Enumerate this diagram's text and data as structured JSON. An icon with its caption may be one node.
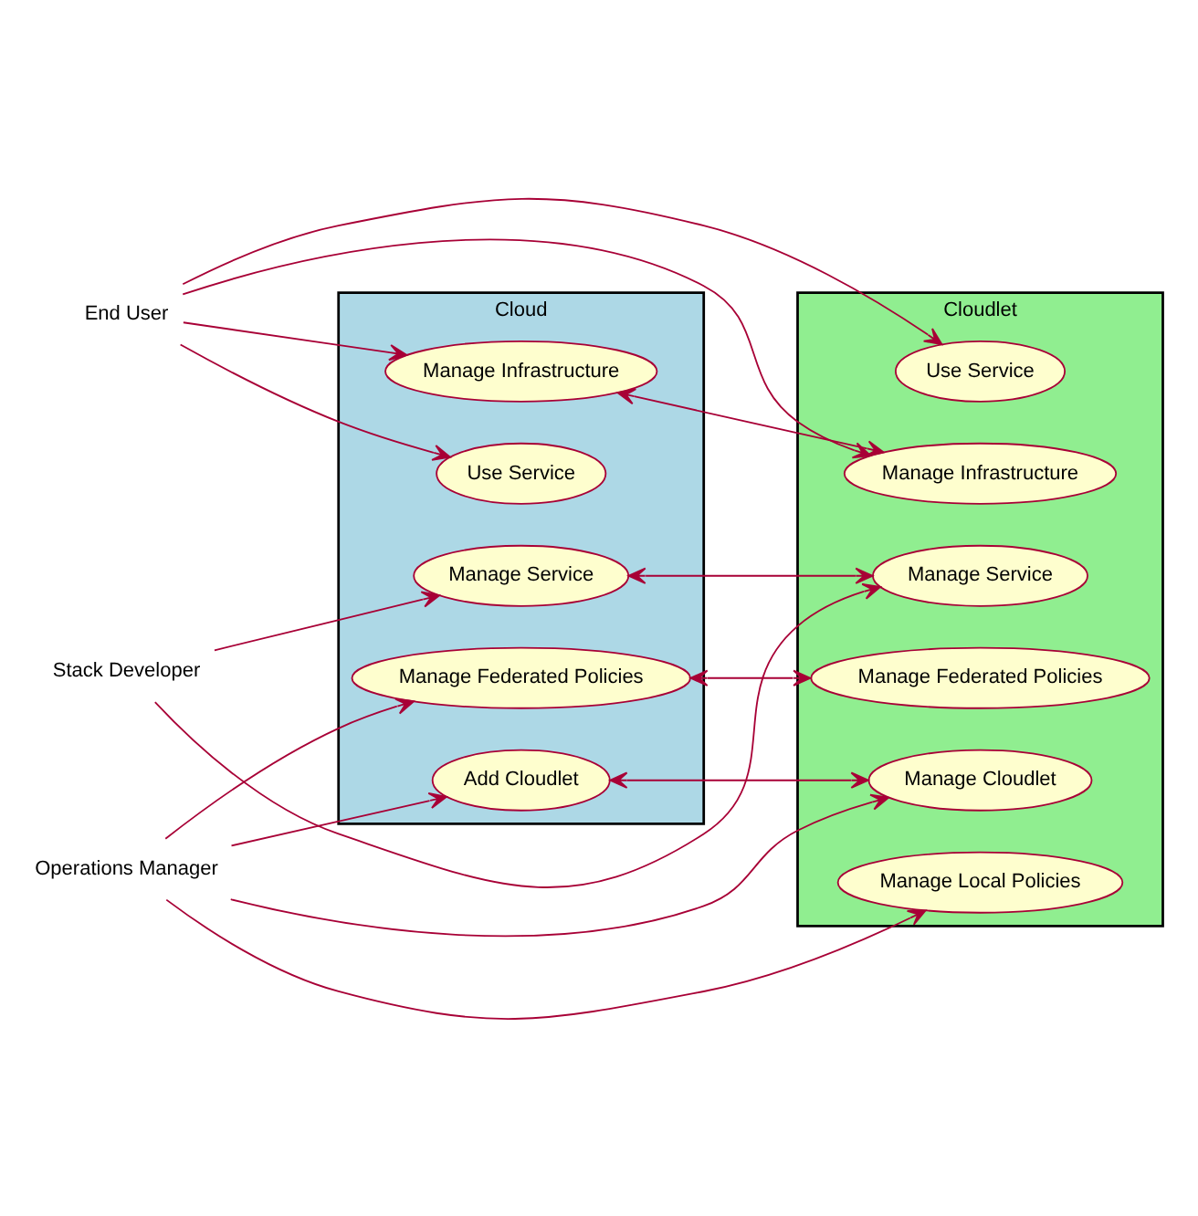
{
  "diagram": {
    "nodes": [
      {
        "text": [
          "End User"
        ]
      },
      {
        "text": [
          "Cloud"
        ]
      },
      {
        "text": [
          "Manage Infrastructure"
        ],
        "in": 1
      },
      {
        "text": [
          "Use Service"
        ],
        "in": 1
      },
      {
        "text": [
          "Manage Federated Policies"
        ],
        "in": 1
      },
      {
        "text": [
          "Manage Service"
        ],
        "in": 1
      },
      {
        "text": [
          "Add Cloudlet"
        ],
        "in": 1
      },
      {
        "text": [
          "Cloudlet"
        ]
      },
      {
        "text": [
          "Use Service"
        ],
        "in": 7
      },
      {
        "text": [
          "Manage Infrastructure"
        ],
        "in": 7
      },
      {
        "text": [
          "Manage Federated Policies"
        ],
        "in": 7
      },
      {
        "text": [
          "Manage Service"
        ],
        "in": 7
      },
      {
        "text": [
          "Manage Cloudlet"
        ],
        "in": 7
      },
      {
        "text": [
          "Manage Local Policies"
        ],
        "in": 7
      },
      {
        "text": [
          "Stack Developer"
        ]
      },
      {
        "text": [
          "Operations Manager"
        ]
      }
    ],
    "edges": [
      {
        "from": 0,
        "to": 8,
        "arrow": "to"
      },
      {
        "from": 0,
        "to": 9,
        "arrow": "to"
      },
      {
        "from": 0,
        "to": 2,
        "arrow": "to"
      },
      {
        "from": 0,
        "to": 3,
        "arrow": "to"
      },
      {
        "from": 2,
        "to": 9,
        "arrow": "both"
      },
      {
        "from": 4,
        "to": 10,
        "arrow": "both"
      },
      {
        "from": 5,
        "to": 11,
        "arrow": "both"
      },
      {
        "from": 6,
        "to": 12,
        "arrow": "both"
      },
      {
        "from": 14,
        "to": 5,
        "arrow": "to"
      },
      {
        "from": 14,
        "to": 11,
        "arrow": "to"
      },
      {
        "from": 15,
        "to": 4,
        "arrow": "to"
      },
      {
        "from": 15,
        "to": 6,
        "arrow": "to"
      },
      {
        "from": 15,
        "to": 12,
        "arrow": "to"
      },
      {
        "from": 15,
        "to": 13,
        "arrow": "to"
      }
    ]
  }
}
